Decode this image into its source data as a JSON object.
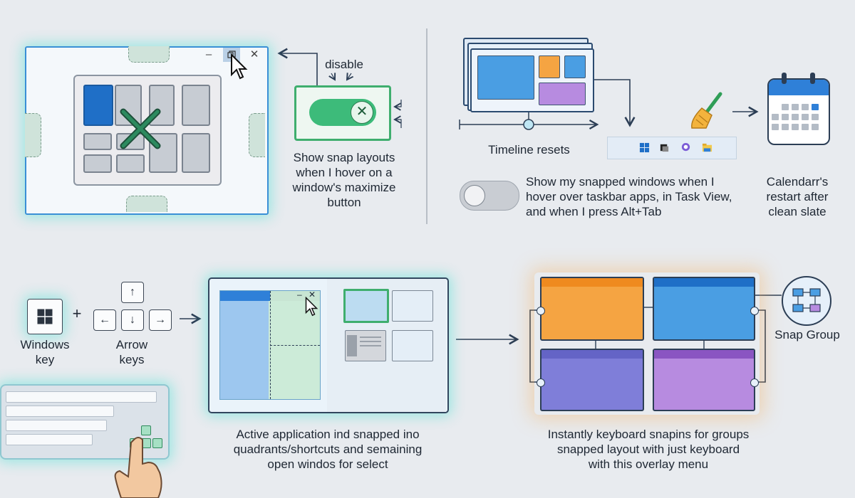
{
  "top_left": {
    "disable_label": "disable",
    "caption_lines": [
      "Show snap layouts",
      "when I hover on a",
      "window's maximize",
      "button"
    ],
    "window_controls": [
      "minimize-icon",
      "restore-icon",
      "close-icon"
    ]
  },
  "top_right": {
    "timeline_label": "Timeline resets",
    "toggle_caption_lines": [
      "Show my snapped windows when I",
      "hover over taskbar apps, in Task View,",
      "and when I press Alt+Tab"
    ],
    "calendar_caption_lines": [
      "Calendarr's",
      "restart after",
      "clean slate"
    ]
  },
  "bottom_left": {
    "windows_key_lines": [
      "Windows",
      "key"
    ],
    "arrow_keys_lines": [
      "Arrow",
      "keys"
    ],
    "plus": "+"
  },
  "bottom_middle": {
    "caption_lines": [
      "Active application ind snapped ino",
      "quadrants/shortcuts and semaining",
      "open windos for select"
    ]
  },
  "bottom_right": {
    "snap_group_label": "Snap Group",
    "caption_lines": [
      "Instantly keyboard snapins for groups",
      "snapped layout with just keyboard",
      "with this overlay menu"
    ]
  },
  "colors": {
    "accent_blue": "#1f6fc7",
    "toggle_green": "#3dbb7a",
    "glow_teal": "#40e0d0",
    "orange": "#f5a442",
    "purple": "#b78be0"
  }
}
